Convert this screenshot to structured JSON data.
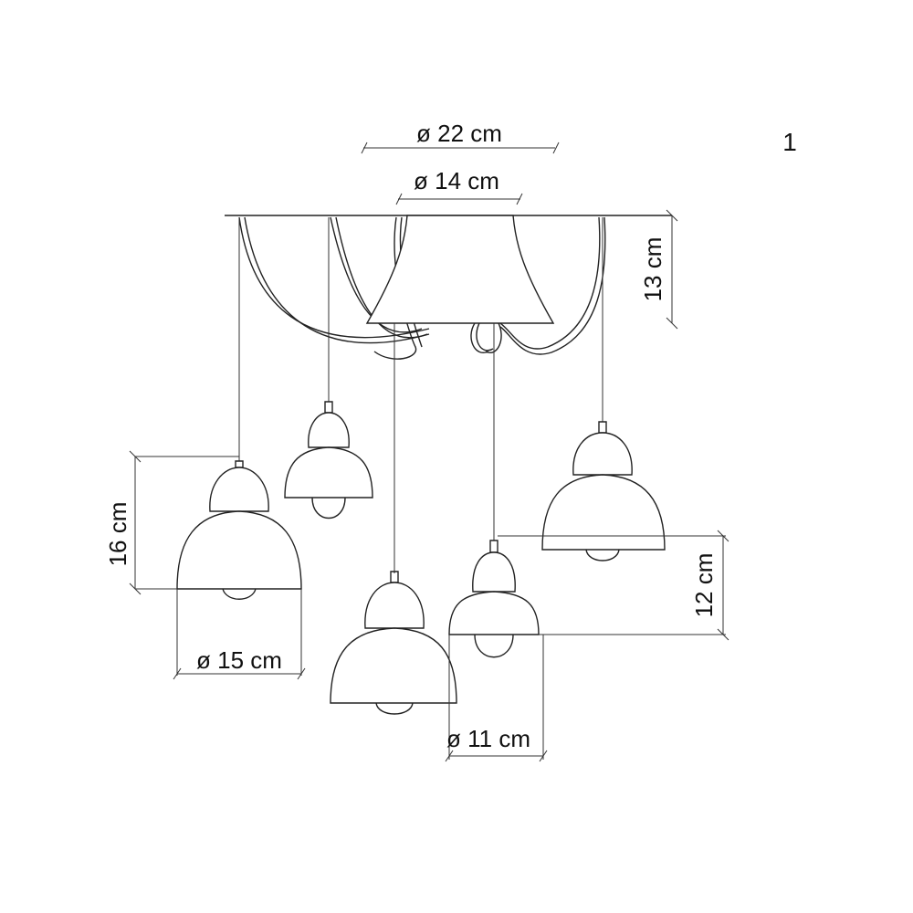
{
  "figure_number": "1",
  "dimensions": {
    "canopy_outer_diameter": "ø 22 cm",
    "canopy_inner_diameter": "ø 14 cm",
    "canopy_height": "13 cm",
    "large_shade_height": "16 cm",
    "large_shade_diameter": "ø 15 cm",
    "small_shade_height": "12 cm",
    "small_shade_diameter": "ø 11 cm"
  }
}
